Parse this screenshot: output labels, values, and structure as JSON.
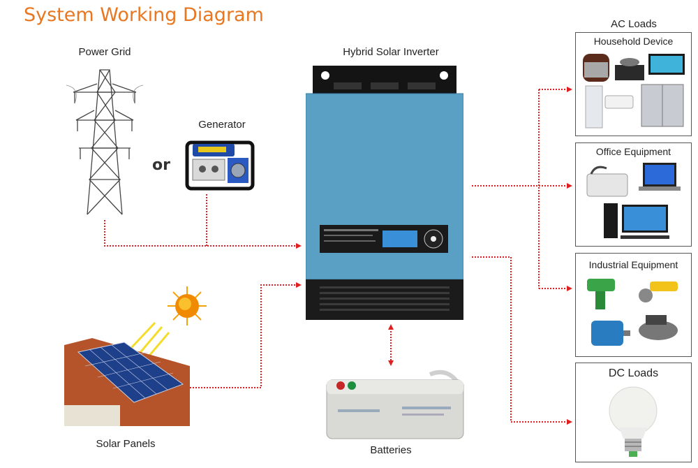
{
  "title": "System Working Diagram",
  "nodes": {
    "power_grid": "Power Grid",
    "or": "or",
    "generator": "Generator",
    "inverter": "Hybrid Solar Inverter",
    "solar_panels": "Solar Panels",
    "batteries": "Batteries",
    "ac_loads": "AC Loads",
    "dc_loads": "DC Loads"
  },
  "ac_groups": [
    "Household Device",
    "Office Equipment",
    "Industrial Equipment"
  ],
  "colors": {
    "title": "#e87722",
    "connector": "#e02020",
    "inverter_body": "#5a9fc4",
    "inverter_base": "#1b1b1b"
  }
}
